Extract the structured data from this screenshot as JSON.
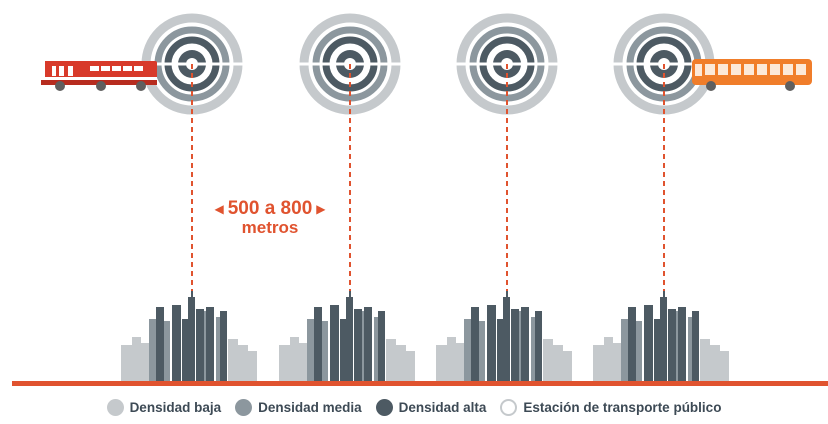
{
  "distance": {
    "range_text": "500 a 800",
    "unit_text": "metros",
    "left_arrow": "◀",
    "right_arrow": "▶"
  },
  "legend": {
    "low": "Densidad baja",
    "medium": "Densidad media",
    "high": "Densidad alta",
    "station": "Estación de transporte público"
  },
  "colors": {
    "accent": "#e0532f",
    "density_low": "#c5c9cc",
    "density_medium": "#8c979e",
    "density_high": "#4d5a63",
    "ground": "#e0532f",
    "bus_red": "#d83a2a",
    "bus_orange": "#f07d2a"
  },
  "icons": {
    "left_vehicle": "bus-icon",
    "right_vehicle": "bus-icon",
    "station": "station-ring-icon",
    "district": "building-cluster-icon"
  },
  "station_count": 4
}
